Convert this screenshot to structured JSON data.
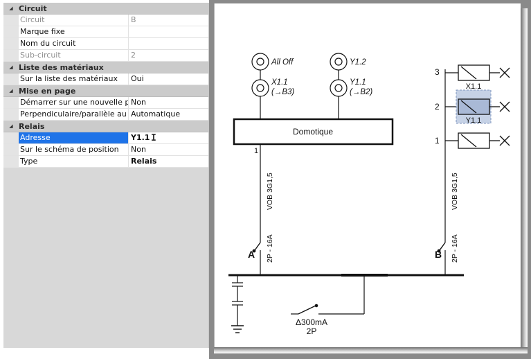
{
  "properties": {
    "sections": [
      {
        "title": "Circuit",
        "rows": [
          {
            "name": "Circuit",
            "value": "B"
          },
          {
            "name": "Marque fixe",
            "value": ""
          },
          {
            "name": "Nom du circuit",
            "value": ""
          },
          {
            "name": "Sub-circuit",
            "value": "2"
          }
        ]
      },
      {
        "title": "Liste des matériaux",
        "rows": [
          {
            "name": "Sur la liste des matériaux",
            "value": "Oui"
          }
        ]
      },
      {
        "title": "Mise en page",
        "rows": [
          {
            "name": "Démarrer sur une nouvelle pag",
            "value": "Non"
          },
          {
            "name": "Perpendiculaire/parallèle au câl",
            "value": "Automatique"
          }
        ]
      },
      {
        "title": "Relais",
        "rows": [
          {
            "name": "Adresse",
            "value": "Y1.1"
          },
          {
            "name": "Sur le schéma de position",
            "value": "Non"
          },
          {
            "name": "Type",
            "value": "Relais"
          }
        ]
      }
    ]
  },
  "schematic": {
    "contacts": {
      "all_off": "All Off",
      "x11": "X1.1",
      "x11_ref": "(→B3)",
      "y12": "Y1.2",
      "y11": "Y1.1",
      "y11_ref": "(→B2)"
    },
    "domotique_label": "Domotique",
    "domotique_output": "1",
    "cable_a": "VOB 3G1,5",
    "cable_b": "VOB 3G1,5",
    "breaker_a_label": "A",
    "breaker_a_rating": "2P - 16A",
    "breaker_b_label": "B",
    "breaker_b_rating": "2P - 16A",
    "relay_numbers": [
      "3",
      "2",
      "1"
    ],
    "relay_labels": {
      "top": "X1.1",
      "middle": "Y1.1"
    },
    "differential_rating": "Δ300mA",
    "differential_poles": "2P"
  }
}
